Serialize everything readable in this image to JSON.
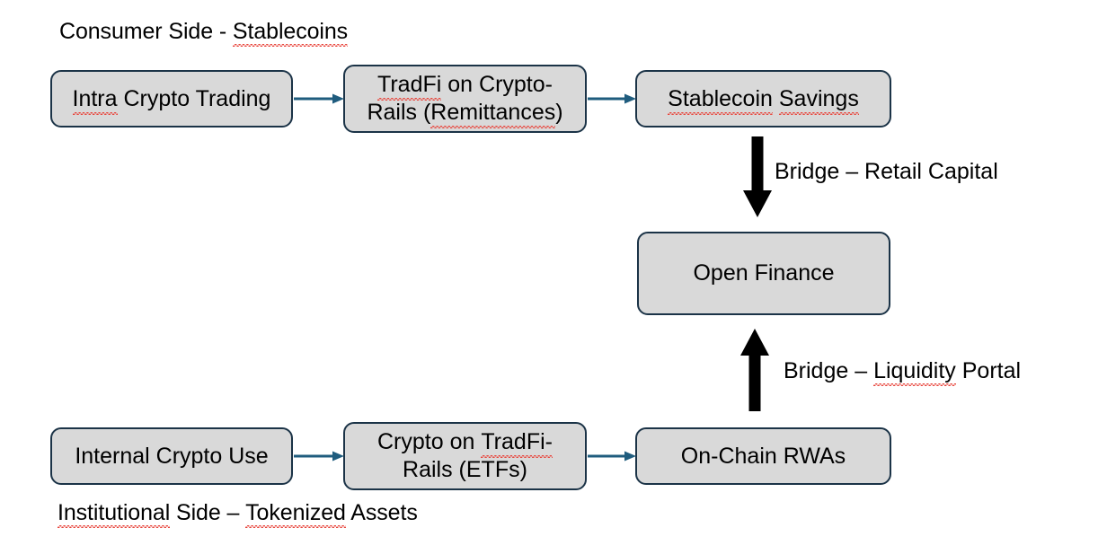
{
  "diagram": {
    "title_top": "Consumer Side - Stablecoins",
    "title_bottom": "Institutional Side – Tokenized Assets",
    "colors": {
      "box_fill": "#d9d9d9",
      "box_border": "#1b3347",
      "connector_arrow": "#1f5c7e",
      "bridge_arrow": "#000000",
      "spellcheck_underline": "#e8453c",
      "background": "#ffffff",
      "text": "#000000"
    },
    "consumer_row": {
      "caption": "Consumer Side - Stablecoins",
      "nodes": [
        {
          "id": "intra-crypto-trading",
          "line1": "Intra Crypto Trading",
          "line2": ""
        },
        {
          "id": "tradfi-on-crypto-rails",
          "line1": "TradFi on Crypto-",
          "line2": "Rails (Remittances)"
        },
        {
          "id": "stablecoin-savings",
          "line1": "Stablecoin Savings",
          "line2": ""
        }
      ]
    },
    "center_node": {
      "id": "open-finance",
      "label": "Open Finance"
    },
    "institutional_row": {
      "caption": "Institutional Side – Tokenized Assets",
      "nodes": [
        {
          "id": "internal-crypto-use",
          "line1": "Internal Crypto Use",
          "line2": ""
        },
        {
          "id": "crypto-on-tradfi-rails",
          "line1": "Crypto on TradFi-",
          "line2": "Rails (ETFs)"
        },
        {
          "id": "on-chain-rwas",
          "line1": "On-Chain RWAs",
          "line2": ""
        }
      ]
    },
    "bridges": [
      {
        "id": "bridge-retail-capital",
        "label": "Bridge – Retail Capital",
        "direction": "down"
      },
      {
        "id": "bridge-liquidity-portal",
        "label": "Bridge – Liquidity Portal",
        "direction": "up"
      }
    ],
    "connectors": [
      {
        "id": "intra-to-tradfi",
        "from": "intra-crypto-trading",
        "to": "tradfi-on-crypto-rails"
      },
      {
        "id": "tradfi-to-savings",
        "from": "tradfi-on-crypto-rails",
        "to": "stablecoin-savings"
      },
      {
        "id": "internal-to-crypto",
        "from": "internal-crypto-use",
        "to": "crypto-on-tradfi-rails"
      },
      {
        "id": "crypto-to-rwas",
        "from": "crypto-on-tradfi-rails",
        "to": "on-chain-rwas"
      }
    ],
    "spellcheck_flagged_words": [
      "Stablecoins",
      "Intra",
      "TradFi",
      "Remittances",
      "Stablecoin",
      "Savings",
      "Liquidity",
      "Institutional",
      "Tokenized"
    ]
  }
}
